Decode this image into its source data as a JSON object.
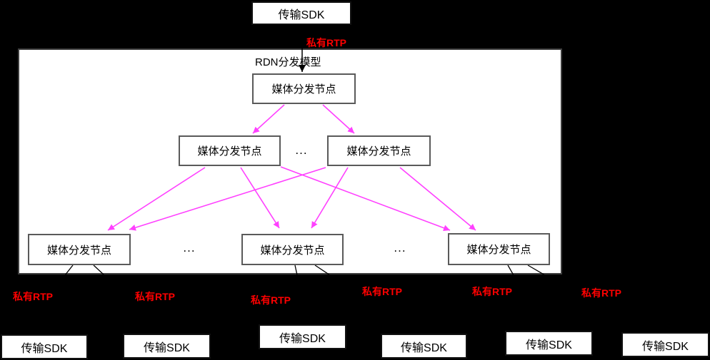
{
  "diagram": {
    "title": "RDN分发模型"
  },
  "top": {
    "sdk_label": "传输SDK",
    "rtp_label": "私有RTP"
  },
  "tree": {
    "root_label": "媒体分发节点",
    "level2": [
      {
        "label": "媒体分发节点"
      },
      {
        "label": "媒体分发节点"
      }
    ],
    "level2_ellipsis": "...",
    "level3": [
      {
        "label": "媒体分发节点"
      },
      {
        "label": "媒体分发节点"
      },
      {
        "label": "媒体分发节点"
      }
    ],
    "level3_ellipsis_a": "...",
    "level3_ellipsis_b": "..."
  },
  "bottom": {
    "rtp_labels": [
      "私有RTP",
      "私有RTP",
      "私有RTP",
      "私有RTP",
      "私有RTP",
      "私有RTP"
    ],
    "sdk_labels": [
      "传输SDK",
      "传输SDK",
      "传输SDK",
      "传输SDK",
      "传输SDK",
      "传输SDK"
    ]
  },
  "colors": {
    "background": "#000000",
    "node_fill": "#ffffff",
    "node_border": "#5a5a5a",
    "container_border": "#3f3f3f",
    "arrow_magenta": "#ff40ff",
    "label_red": "#ff0000",
    "text": "#000000"
  }
}
